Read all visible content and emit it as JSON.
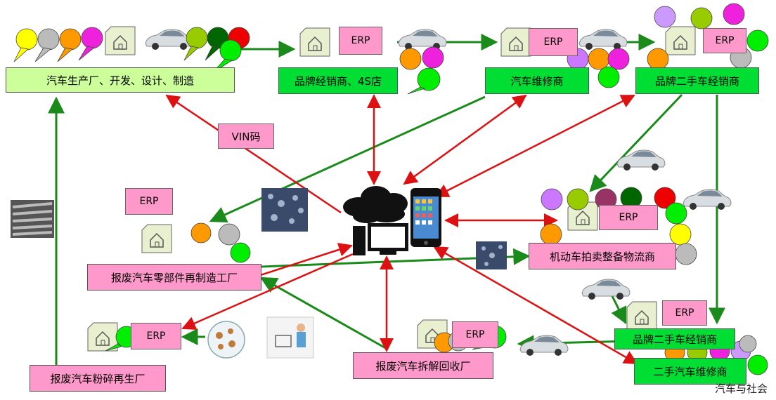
{
  "nodes": {
    "manufacturer": "汽车生产厂、开发、设计、制造",
    "brand_dealer": "品牌经销商、4S店",
    "repair_shop": "汽车维修商",
    "used_car_dealer_top": "品牌二手车经销商",
    "auction_logistics": "机动车拍卖整备物流商",
    "parts_remanufacture": "报废汽车零部件再制造工厂",
    "used_car_dealer_bottom": "品牌二手车经销商",
    "used_car_repair": "二手汽车维修商",
    "dismantling": "报废汽车拆解回收厂",
    "shredding": "报废汽车粉碎再生厂"
  },
  "labels": {
    "vin": "VIN码",
    "erp": "ERP",
    "watermark": "汽车与社会"
  },
  "colors": {
    "green_arrow": "#1a8a1a",
    "red_arrow": "#dd1111",
    "node_green": "#00dd33",
    "node_light_green": "#ccff99",
    "tag_pink": "#ff99cc"
  },
  "icons": [
    "house-icon",
    "car-icon",
    "speech-bubble-icon",
    "cloud-icon",
    "computer-icon",
    "smartphone-icon",
    "parts-photo",
    "scrap-metal-photo",
    "worker-illustration"
  ]
}
